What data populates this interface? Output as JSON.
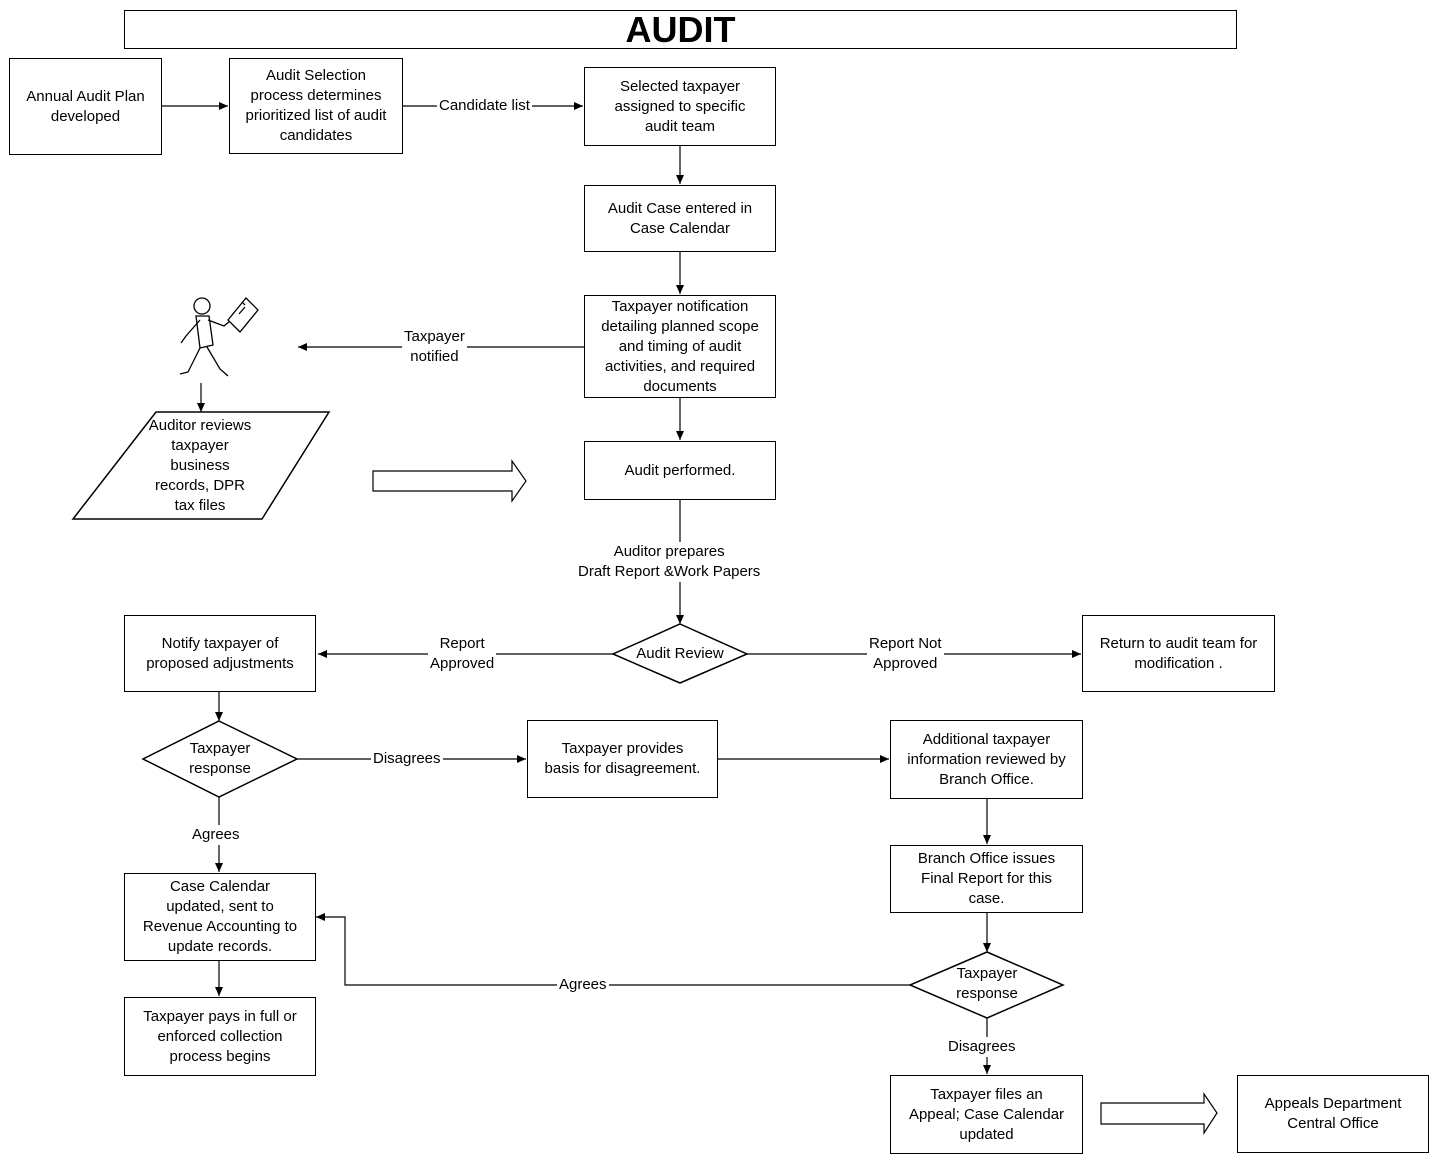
{
  "title": "AUDIT",
  "nodes": {
    "annual_plan": "Annual Audit Plan\ndeveloped",
    "selection": "Audit Selection\nprocess determines\nprioritized list of audit\ncandidates",
    "assigned": "Selected taxpayer\nassigned to specific\naudit team",
    "case_entered": "Audit Case entered in\nCase Calendar",
    "notification": "Taxpayer notification\ndetailing planned scope\nand timing of audit\nactivities, and required\ndocuments",
    "auditor_reviews": "Auditor reviews\ntaxpayer\nbusiness\nrecords, DPR\ntax files",
    "performed": "Audit performed.",
    "audit_review": "Audit Review",
    "notify_adjustments": "Notify taxpayer of\nproposed adjustments",
    "return_team": "Return to audit team for\nmodification .",
    "taxpayer_response_1": "Taxpayer\nresponse",
    "provides_basis": "Taxpayer provides\nbasis for disagreement.",
    "additional_info": "Additional taxpayer\ninformation reviewed by\nBranch Office.",
    "final_report": "Branch Office issues\nFinal Report for this\ncase.",
    "taxpayer_response_2": "Taxpayer\nresponse",
    "calendar_updated": "Case Calendar\nupdated, sent to\nRevenue Accounting to\nupdate records.",
    "pays": "Taxpayer pays in full or\nenforced collection\nprocess begins",
    "files_appeal": "Taxpayer files an\nAppeal; Case Calendar\nupdated",
    "appeals_dept": "Appeals Department\nCentral Office"
  },
  "edge_labels": {
    "candidate_list": "Candidate list",
    "taxpayer_notified": "Taxpayer\nnotified",
    "draft_report": "Auditor prepares\nDraft Report &Work Papers",
    "report_approved": "Report\nApproved",
    "report_not_approved": "Report Not\nApproved",
    "disagrees_1": "Disagrees",
    "agrees_1": "Agrees",
    "agrees_2": "Agrees",
    "disagrees_2": "Disagrees"
  },
  "icons": {
    "person": "person-carrying-letter-icon"
  }
}
